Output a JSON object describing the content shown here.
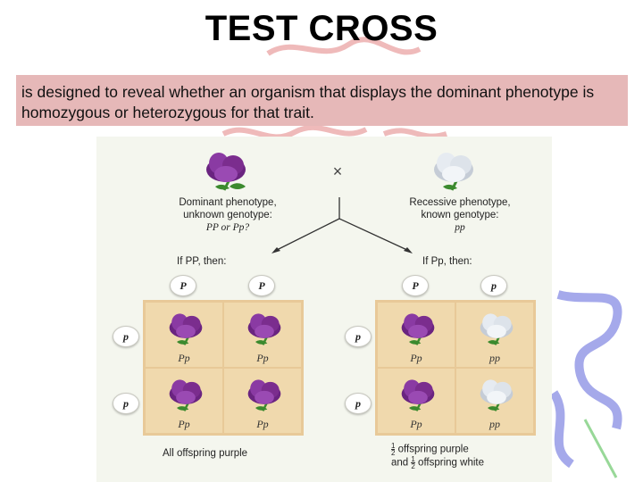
{
  "title": "TEST CROSS",
  "subtitle": "is designed to reveal whether an organism that displays the dominant phenotype is homozygous or heterozygous for that trait.",
  "figure": {
    "cross_symbol": "×",
    "dominant": {
      "line1": "Dominant phenotype,",
      "line2": "unknown genotype:",
      "line3": "PP or Pp?"
    },
    "recessive": {
      "line1": "Recessive phenotype,",
      "line2": "known genotype:",
      "line3": "pp"
    },
    "left_case": {
      "label": "If PP, then:",
      "top_gametes": [
        "P",
        "P"
      ],
      "side_gametes": [
        "p",
        "p"
      ],
      "cells": [
        "Pp",
        "Pp",
        "Pp",
        "Pp"
      ],
      "summary": "All offspring purple"
    },
    "right_case": {
      "label": "If Pp, then:",
      "top_gametes": [
        "P",
        "p"
      ],
      "side_gametes": [
        "p",
        "p"
      ],
      "cells": [
        "Pp",
        "pp",
        "Pp",
        "pp"
      ],
      "summary_line1": "offspring purple",
      "summary_line2": "offspring white",
      "frac_line1_num": "1",
      "frac_line1_den": "2",
      "frac_line2_prefix": "and",
      "frac_line2_num": "1",
      "frac_line2_den": "2"
    }
  },
  "colors": {
    "subtitle_bg": "#e6b8b8",
    "figure_bg": "#f4f6ee",
    "punnett_bg": "#f0d9ad",
    "purple_flower": "#7b2d8e",
    "white_flower": "#dde3ea"
  }
}
